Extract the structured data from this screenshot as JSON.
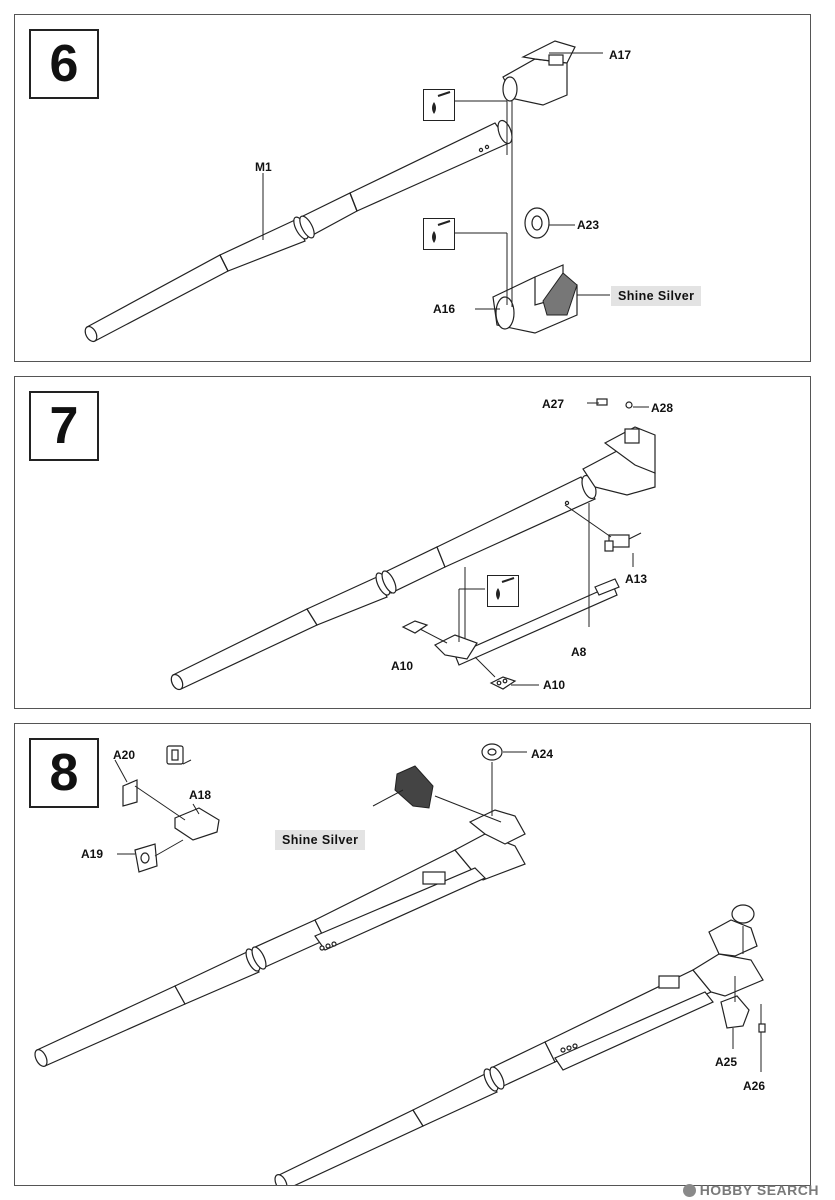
{
  "steps": {
    "s6": {
      "number": "6",
      "labels": {
        "m1": "M1",
        "a17": "A17",
        "a23": "A23",
        "a16": "A16"
      },
      "paint": "Shine Silver"
    },
    "s7": {
      "number": "7",
      "labels": {
        "a27": "A27",
        "a28": "A28",
        "a13": "A13",
        "a8": "A8",
        "a10_left": "A10",
        "a10_right": "A10"
      }
    },
    "s8": {
      "number": "8",
      "labels": {
        "a20": "A20",
        "a18": "A18",
        "a19": "A19",
        "a24": "A24",
        "a25": "A25",
        "a26": "A26"
      },
      "paint": "Shine Silver"
    }
  },
  "icons": {
    "glue": "cement-glue-icon"
  },
  "watermark": {
    "text": "HOBBY SEARCH"
  }
}
